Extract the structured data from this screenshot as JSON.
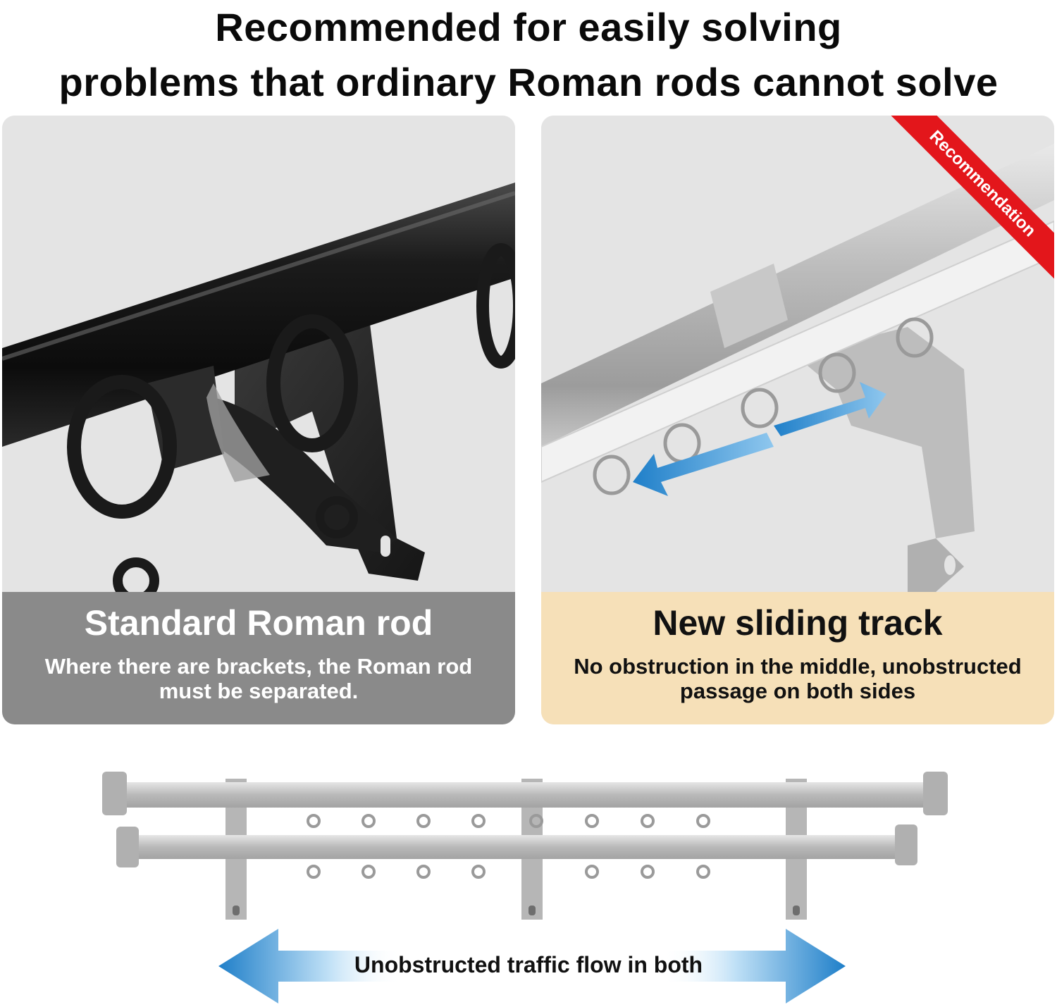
{
  "headline": {
    "line1": "Recommended for easily solving",
    "line2": "problems that ordinary Roman rods cannot solve"
  },
  "left_panel": {
    "title": "Standard Roman rod",
    "description": "Where there are brackets, the Roman rod must be separated."
  },
  "right_panel": {
    "badge": "Recommendation",
    "title": "New sliding track",
    "description": "No obstruction in the middle, unobstructed passage on both sides"
  },
  "bottom": {
    "arrow_text": "Unobstructed traffic flow in both"
  },
  "colors": {
    "left_caption_bg": "#8a8a8a",
    "right_caption_bg": "#f6e0b8",
    "badge": "#e3161b",
    "arrow_blue": "#1f7fc9"
  }
}
